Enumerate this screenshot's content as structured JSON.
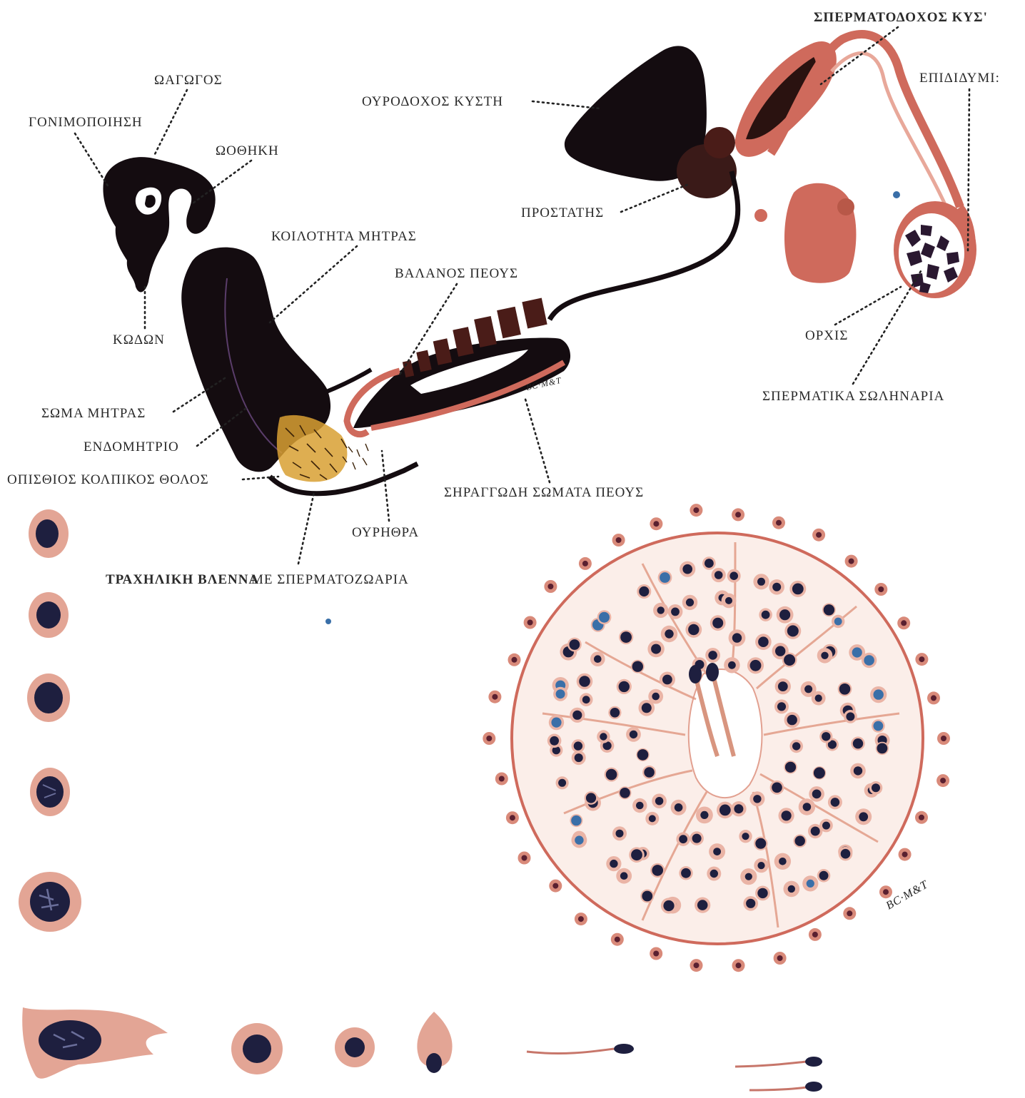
{
  "colors": {
    "organ_black": "#140c10",
    "male_pink": "#cf6a5c",
    "male_pink_light": "#e8a89a",
    "prostate_brown": "#3a1a18",
    "penis_core": "#4a1c18",
    "cell_pink": "#e3a595",
    "nucleus": "#1e1f3f",
    "mucus_yellow": "#d8a032",
    "label_text": "#2a2a2a"
  },
  "labels": {
    "oagogos": "ΩΑΓΩΓΟΣ",
    "gonimopoiisi": "ΓΟΝΙΜΟΠΟΙΗΣΗ",
    "oothiki": "ΩΟΘΗΚΗ",
    "koilotita_mitras": "ΚΟΙΛΟΤΗΤΑ ΜΗΤΡΑΣ",
    "kodon": "ΚΩΔΩΝ",
    "valanos_peous": "ΒΑΛΑΝΟΣ ΠΕΟΥΣ",
    "soma_mitras": "ΣΩΜΑ ΜΗΤΡΑΣ",
    "endomitrio": "ΕΝΔΟΜΗΤΡΙΟ",
    "opisthios_tholos": "ΟΠΙΣΘΙΟΣ ΚΟΛΠΙΚΟΣ ΘΟΛΟΣ",
    "ourithra": "ΟΥΡΗΘΡΑ",
    "siraggodi_somata": "ΣΗΡΑΓΓΩΔΗ ΣΩΜΑΤΑ ΠΕΟΥΣ",
    "trachiliki_bold": "ΤΡΑΧΗΛΙΚΗ ΒΛΕΝΝΑ",
    "trachiliki_rest": " ΜΕ ΣΠΕΡΜΑΤΟΖΩΑΡΙΑ",
    "ourodochos_kysti": "ΟΥΡΟΔΟΧΟΣ ΚΥΣΤΗ",
    "spermatodochos_kysti": "ΣΠΕΡΜΑΤΟΔΟΧΟΣ ΚΥΣ'",
    "epididymis": "ΕΠΙΔΙΔΥΜΙ:",
    "prostatis": "ΠΡΟΣΤΑΤΗΣ",
    "orchis": "ΟΡΧΙΣ",
    "spermatika_solinaria": "ΣΠΕΡΜΑΤΙΚΑ ΣΩΛΗΝΑΡΙΑ"
  },
  "signatures": [
    "BC·M&T",
    "BC·M&T"
  ]
}
